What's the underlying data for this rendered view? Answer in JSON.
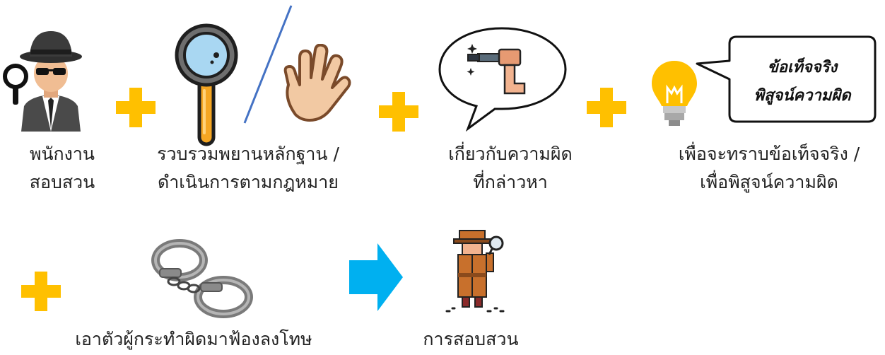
{
  "colors": {
    "plus": "#FFC000",
    "arrow": "#00B0F0",
    "divider": "#4472C4",
    "bulb": "#FFC000",
    "handcuffs": "#8A8A8A",
    "detective_coat": "#C8702C"
  },
  "icons": [
    "detective-icon",
    "magnifier-icon",
    "hand-icon",
    "knife-hand-icon",
    "speech-bubble-icon",
    "lightbulb-icon",
    "handcuffs-icon",
    "investigator-icon",
    "plus-icon",
    "arrow-right-icon"
  ],
  "steps": {
    "investigator": {
      "line1": "พนักงาน",
      "line2": "สอบสวน"
    },
    "evidence": {
      "line1": "รวบรวมพยานหลักฐาน  /",
      "line2": "ดำเนินการตามกฎหมาย"
    },
    "offense": {
      "line1": "เกี่ยวกับความผิด",
      "line2": "ที่กล่าวหา"
    },
    "purpose": {
      "line1": "เพื่อจะทราบข้อเท็จจริง  /",
      "line2": "เพื่อพิสูจน์ความผิด"
    },
    "prosecute": {
      "line1": "เอาตัวผู้กระทำผิดมาฟ้องลงโทษ"
    },
    "result": {
      "line1": "การสอบสวน"
    }
  },
  "callout": {
    "line1": "ข้อเท็จจริง",
    "line2": "พิสูจน์ความผิด"
  }
}
